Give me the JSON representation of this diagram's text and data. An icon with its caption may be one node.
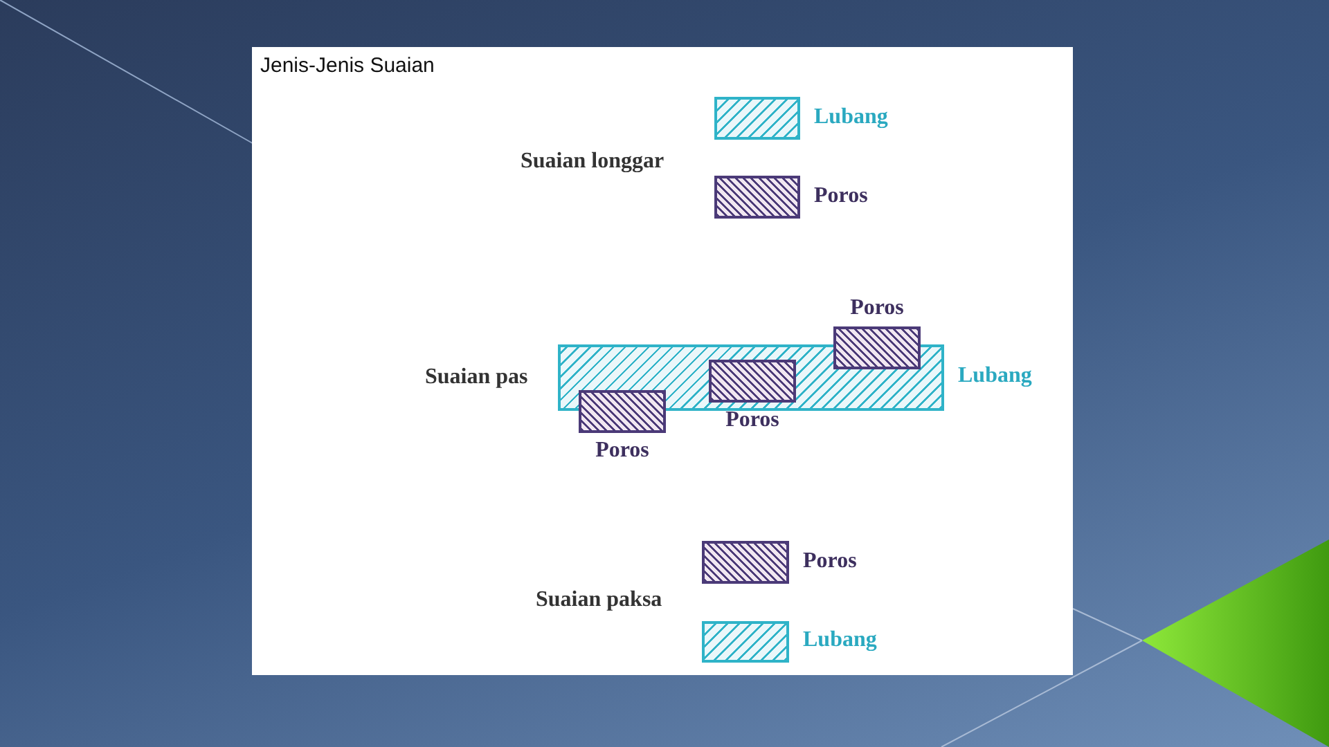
{
  "diagram": {
    "title": "Jenis-Jenis Suaian",
    "nodes": [
      {
        "text": [],
        "shape": "box",
        "beside": [
          "Lubang"
        ]
      },
      {
        "text": [],
        "shape": "box",
        "beside": [
          "Poros"
        ]
      },
      {
        "text": [],
        "shape": "box",
        "beside": [
          "Lubang"
        ]
      },
      {
        "text": [],
        "shape": "box",
        "beside": [
          "Poros"
        ]
      },
      {
        "text": [],
        "shape": "box",
        "beside": [
          "Poros"
        ],
        "in": 2
      },
      {
        "text": [],
        "shape": "box",
        "beside": [
          "Poros"
        ]
      },
      {
        "text": [],
        "shape": "box",
        "beside": [
          "Poros"
        ]
      },
      {
        "text": [],
        "shape": "box",
        "beside": [
          "Lubang"
        ]
      }
    ],
    "labels": [
      "Suaian longgar",
      "Suaian pas",
      "Suaian paksa"
    ]
  }
}
